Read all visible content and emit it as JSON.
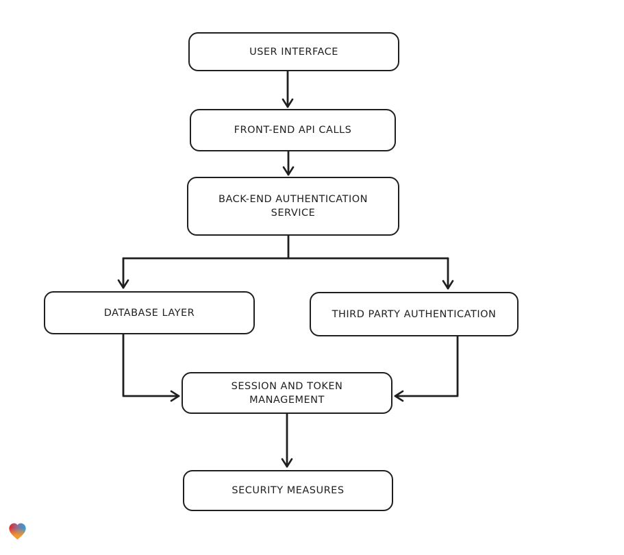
{
  "diagram": {
    "type": "flowchart",
    "nodes": [
      {
        "id": "user-interface",
        "label": "USER INTERFACE"
      },
      {
        "id": "front-end-api-calls",
        "label": "FRONT-END API CALLS"
      },
      {
        "id": "back-end-authentication-service",
        "label": "BACK-END AUTHENTICATION SERVICE"
      },
      {
        "id": "database-layer",
        "label": "DATABASE LAYER"
      },
      {
        "id": "third-party-authentication",
        "label": "THIRD PARTY AUTHENTICATION"
      },
      {
        "id": "session-and-token-management",
        "label": "SESSION AND TOKEN MANAGEMENT"
      },
      {
        "id": "security-measures",
        "label": "SECURITY MEASURES"
      }
    ],
    "edges": [
      {
        "from": "user-interface",
        "to": "front-end-api-calls"
      },
      {
        "from": "front-end-api-calls",
        "to": "back-end-authentication-service"
      },
      {
        "from": "back-end-authentication-service",
        "to": "database-layer"
      },
      {
        "from": "back-end-authentication-service",
        "to": "third-party-authentication"
      },
      {
        "from": "database-layer",
        "to": "session-and-token-management"
      },
      {
        "from": "third-party-authentication",
        "to": "session-and-token-management"
      },
      {
        "from": "session-and-token-management",
        "to": "security-measures"
      }
    ],
    "colors": {
      "stroke": "#1e1e1e",
      "node_fill": "#ffffff",
      "background": "#ffffff"
    }
  },
  "branding": {
    "logo_icon": "heart-gradient-icon",
    "logo_colors": {
      "red": "#e2252b",
      "blue": "#2b9fd9",
      "orange": "#f6982b"
    }
  }
}
